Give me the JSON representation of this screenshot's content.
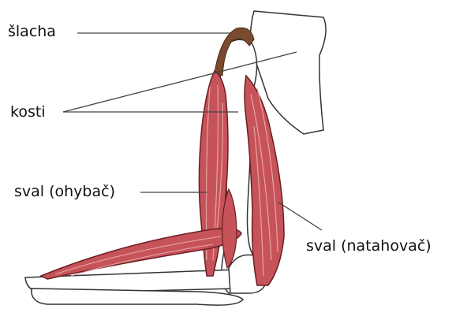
{
  "labels": {
    "tendon": "šlacha",
    "bones": "kosti",
    "flexor": "sval (ohybač)",
    "extensor": "sval (natahovač)"
  },
  "colors": {
    "muscle": "#c65359",
    "muscle_dark": "#8a2b31",
    "muscle_stripe": "#e7a3a6",
    "tendon": "#7a4a2e",
    "bone_fill": "#ffffff",
    "outline": "#333333",
    "leader_line": "#444444"
  }
}
